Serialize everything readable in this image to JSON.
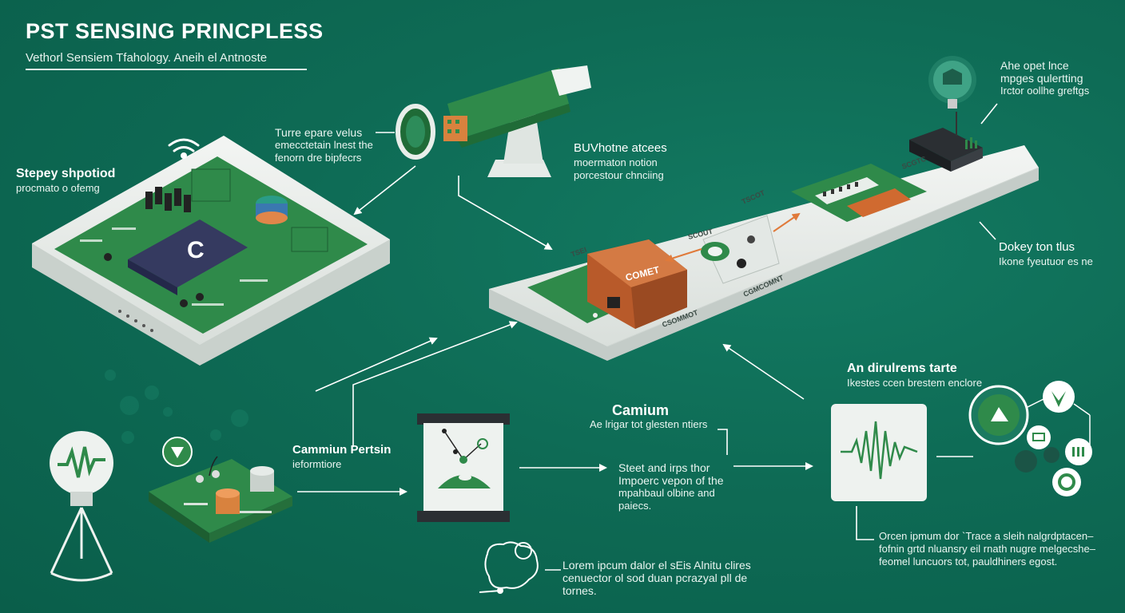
{
  "header": {
    "title": "PST SENSING PRINCPLESS",
    "subtitle": "Vethorl Sensiem Tfahology. Aneih el Antnoste"
  },
  "labels": {
    "stepey": {
      "head": "Stepey shpotiod",
      "body": "procmato o ofemg"
    },
    "turre": {
      "line1": "Turre epare velus",
      "line2": "emecctetain lnest the",
      "line3": "fenorn dre bipfecrs"
    },
    "buv": {
      "head": "BUVhotne atcees",
      "line2": "moermaton notion",
      "line3": "porcestour chnciing"
    },
    "ahe": {
      "line1": "Ahe opet lnce",
      "line2": "mpges qulertting",
      "line3": "Irctor oollhe greftgs"
    },
    "dokey": {
      "head": "Dokey ton tlus",
      "body": "Ikone fyeutuor es ne"
    },
    "andir": {
      "head": "An dirulrems tarte",
      "body": "Ikestes ccen brestem enclore"
    },
    "camium": {
      "head": "Camium",
      "body": "Ae lrigar tot glesten ntiers"
    },
    "cammiun": {
      "head": "Cammiun Pertsin",
      "body": "ieformtiore"
    },
    "steet": {
      "line1": "Steet and irps thor",
      "line2": "Impoerc vepon of the",
      "line3": "mpahbaul olbine and",
      "line4": "paiecs."
    },
    "orcen": {
      "line1": "Orcen ipmum dor `Trace a sleih nalgrdptacen–",
      "line2": "fofnin grtd nluansry eil rnath nugre melgecshe–",
      "line3": "feomel luncuors tot, pauldhiners egost."
    },
    "lorem": {
      "line1": "Lorem ipcum dalor el sEis Alnitu clires",
      "line2": "cenuector ol sod duan pcrazyal pll de",
      "line3": "tornes."
    }
  },
  "device_text": {
    "board_chip": "C",
    "comet": "COMET",
    "scout": "SCOUT",
    "cgm": "CGMCOMNT",
    "tscot": "TSCOT",
    "chip_side": "SCGTC",
    "chip_left": "TSEI",
    "blade": "CSOMMOT"
  },
  "colors": {
    "background": "#0d6b55",
    "board_green": "#2f8a4a",
    "platform": "#eef2ef",
    "accent_orange": "#c8642f"
  }
}
